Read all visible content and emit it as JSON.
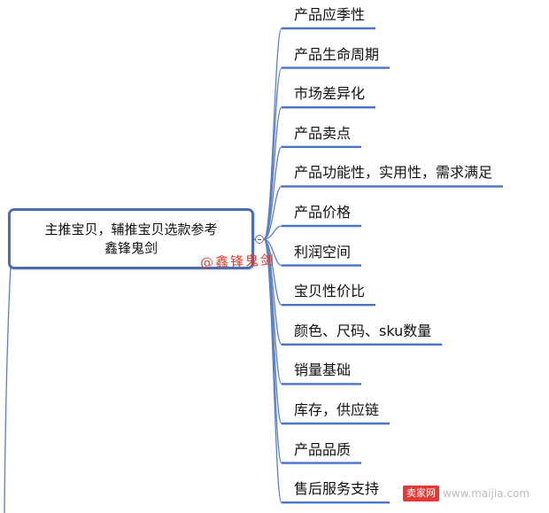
{
  "root": {
    "line1": "主推宝贝，辅推宝贝选款参考",
    "line2": "鑫锋鬼剑"
  },
  "signature": "@鑫锋鬼剑",
  "branches": [
    {
      "label": "产品应季性"
    },
    {
      "label": "产品生命周期"
    },
    {
      "label": "市场差异化"
    },
    {
      "label": "产品卖点"
    },
    {
      "label": "产品功能性，实用性，需求满足"
    },
    {
      "label": "产品价格"
    },
    {
      "label": "利润空间"
    },
    {
      "label": "宝贝性价比"
    },
    {
      "label": "颜色、尺码、sku数量"
    },
    {
      "label": "销量基础"
    },
    {
      "label": "库存，供应链"
    },
    {
      "label": "产品品质"
    },
    {
      "label": "售后服务支持"
    }
  ],
  "site_watermark": {
    "logo": "卖家网",
    "url": "www.maijia.com"
  },
  "colors": {
    "connector": "#5b7fc4",
    "underline": "#4a74c9",
    "root_border": "#4a6fb0",
    "signature": "#e0301e"
  }
}
